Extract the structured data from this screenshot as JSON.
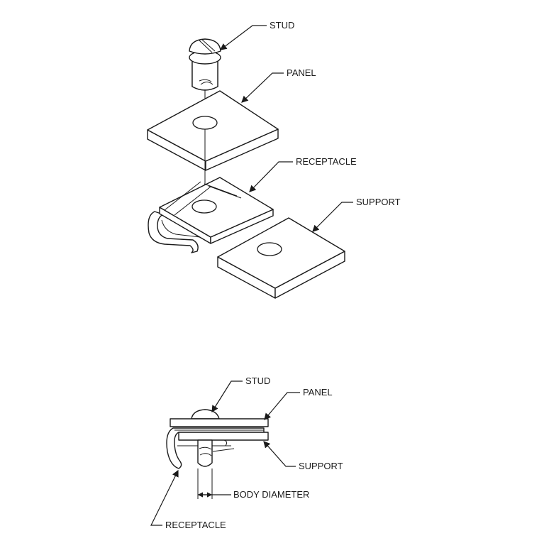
{
  "exploded_view": {
    "labels": {
      "stud": "STUD",
      "panel": "PANEL",
      "receptacle": "RECEPTACLE",
      "support": "SUPPORT"
    }
  },
  "assembled_view": {
    "labels": {
      "stud": "STUD",
      "panel": "PANEL",
      "support": "SUPPORT",
      "body_diameter": "BODY DIAMETER",
      "receptacle": "RECEPTACLE"
    }
  },
  "colors": {
    "ink": "#1a1a1a",
    "background": "#ffffff"
  }
}
